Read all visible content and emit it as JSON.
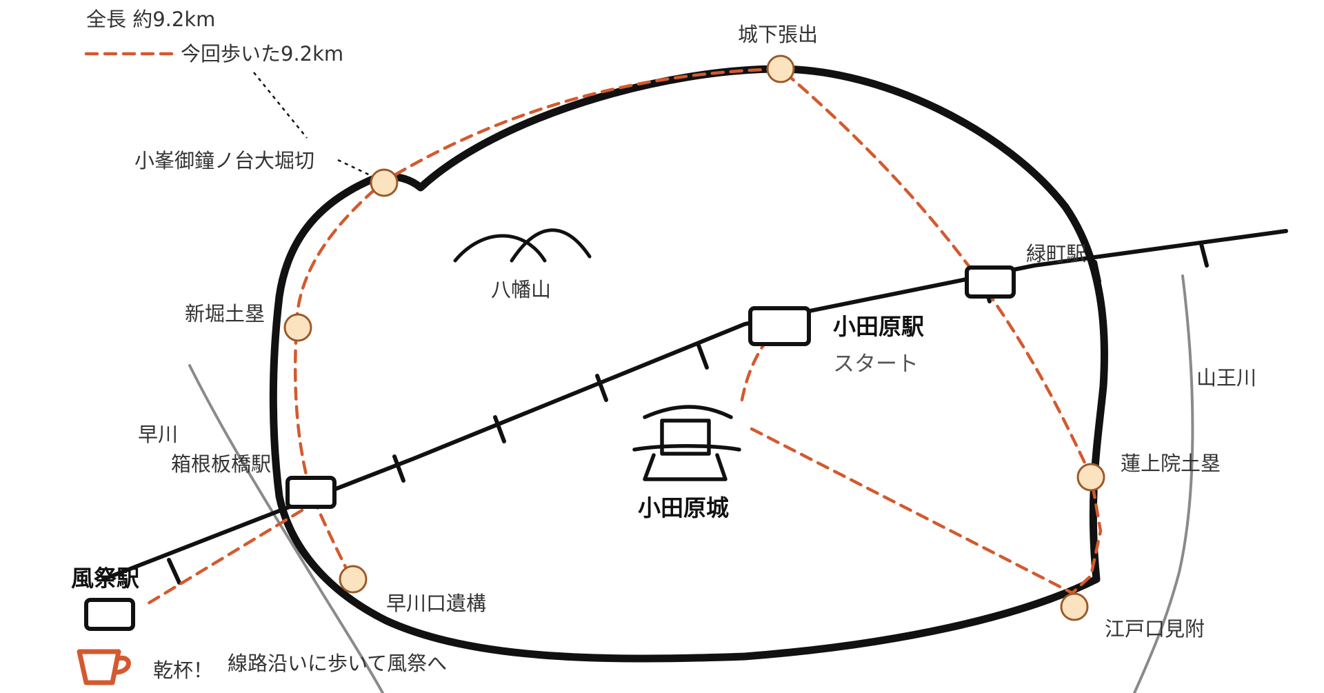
{
  "legend": {
    "total_length": "全長 約9.2km",
    "walked_route": "今回歩いた9.2km"
  },
  "places": {
    "joka_haridashi": "城下張出",
    "komine_okiri": "小峯御鐘ノ台大堀切",
    "hachimanyama": "八幡山",
    "shinbori_dorui": "新堀土塁",
    "hayakawa_river": "早川",
    "hakone_itabashi_station": "箱根板橋駅",
    "kazamatsuri_station": "風祭駅",
    "hayakawaguchi_iko": "早川口遺構",
    "kanpai": "乾杯！",
    "along_tracks": "線路沿いに歩いて風祭へ",
    "odawara_castle": "小田原城",
    "odawara_station": "小田原駅",
    "start": "スタート",
    "midoricho_station": "緑町駅",
    "sannogawa_river": "山王川",
    "renjoin_dorui": "蓮上院土塁",
    "edoguchi_mitsuke": "江戸口見附"
  },
  "colors": {
    "walk_route": "#d35a2f",
    "wall": "#111111",
    "river": "#8a8a8a",
    "poi_fill": "#fbe3c0"
  },
  "icons": [
    "mountain-icon",
    "castle-icon",
    "cup-icon",
    "station-icon",
    "poi-marker-icon"
  ]
}
